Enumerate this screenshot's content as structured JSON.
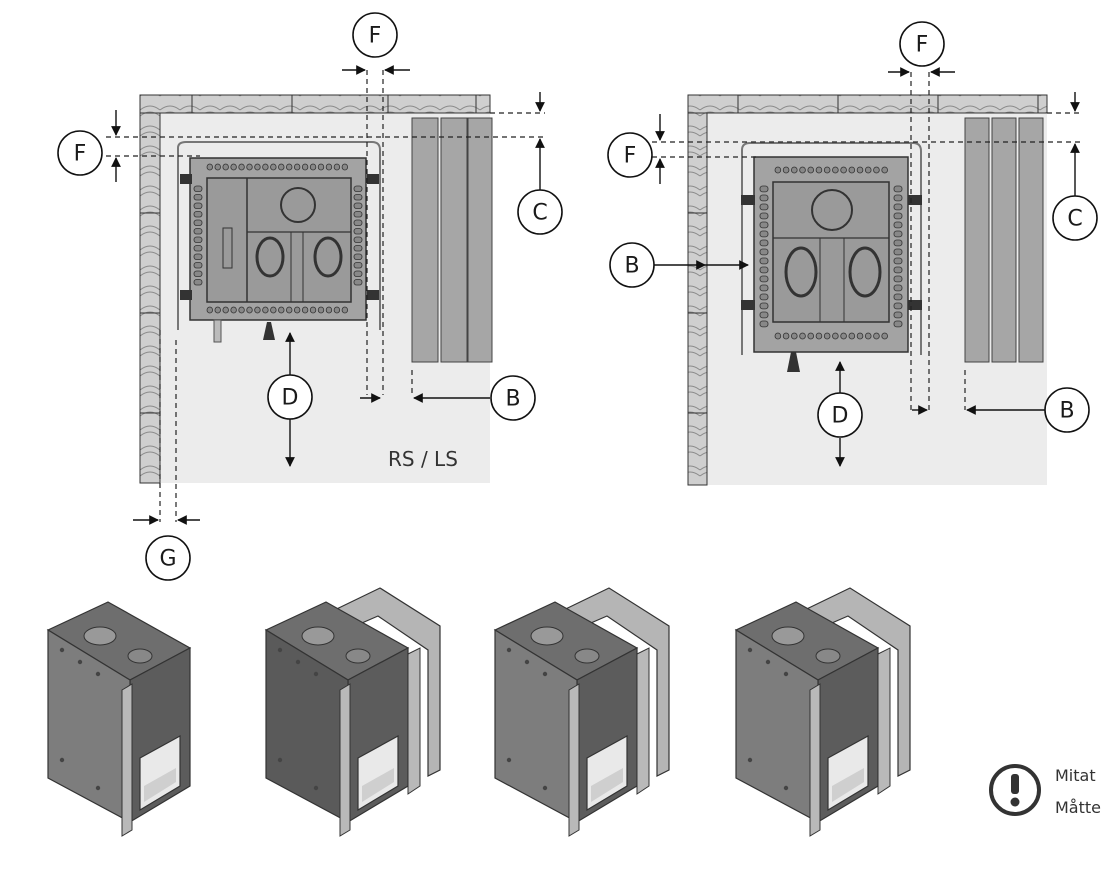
{
  "diagram_left": {
    "callouts": {
      "F_top": "F",
      "F_side": "F",
      "C": "C",
      "D": "D",
      "B": "B",
      "G": "G"
    },
    "variant_label": "RS / LS"
  },
  "diagram_right": {
    "callouts": {
      "F_top": "F",
      "F_side": "F",
      "C": "C",
      "B_side": "B",
      "D": "D",
      "B_front": "B"
    }
  },
  "note": {
    "icon": "exclamation-icon",
    "line1": "Mitat",
    "line2": "Måtte"
  },
  "stove_variants": [
    {
      "id": "stove-1"
    },
    {
      "id": "stove-2"
    },
    {
      "id": "stove-3"
    },
    {
      "id": "stove-4"
    }
  ],
  "colors": {
    "floor": "#ececec",
    "wood": "#c9c9c9",
    "stove": "#a3a3a3",
    "stove_dark": "#5c5c5c",
    "heater": "#a6a6a6"
  }
}
